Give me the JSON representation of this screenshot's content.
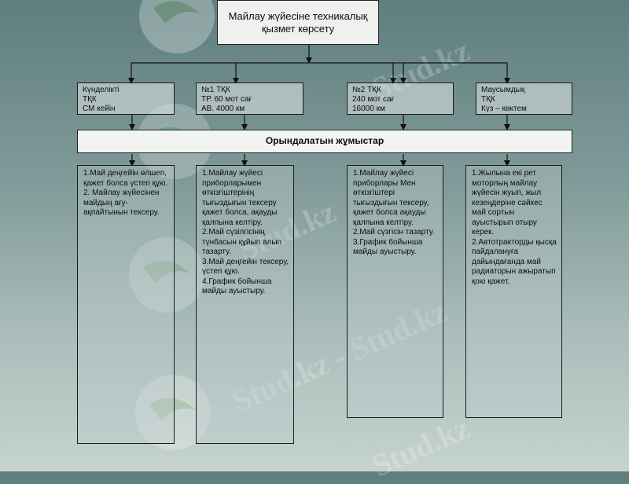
{
  "title": [
    "Майлау жүйесіне техникалық",
    "қызмет көрсету"
  ],
  "categories": [
    {
      "lines": [
        "Күнделікті",
        "ТҚК",
        "СМ кейін"
      ]
    },
    {
      "lines": [
        "№1 ТҚК",
        "ТР. 60 мот сағ",
        "АВ. 4000 км"
      ]
    },
    {
      "lines": [
        "№2 ТҚК",
        "240 мот сағ",
        "16000 км"
      ]
    },
    {
      "lines": [
        "Маусымдық",
        "ТҚК",
        "Күз – көктем"
      ]
    }
  ],
  "banner": "Орындалатын жұмыстар",
  "columns": [
    {
      "lines": [
        "1.Май деңгейін өлшеп, қажет болса үстеп құю.",
        "2. Майлау жүйесінен майдың ағу-",
        "ақпайтынын тексеру."
      ]
    },
    {
      "lines": [
        "1.Майлау жүйесі приборларымен өткізгіштерінің тығыздығын тексеру қажет болса, ақауды қалпына келтіру.",
        "2.Май сүзілгісінің түнбасын құйып алып тазарту.",
        "3.Май деңгейін тексеру, үстеп құю.",
        "4.График бойынша майды ауыстыру."
      ]
    },
    {
      "lines": [
        "1.Майлау жүйесі приборлары Мен өткізгіштері тығыздығын тексеру, қажет болса ақауды қалпына келтіру.",
        "2.Май сүзгісін тазарту.",
        "3.График бойынша майды ауыстыру."
      ]
    },
    {
      "lines": [
        "1.Жылына екі рет моторлың майлау жүйесін жуып, жыл кезеңдеріне сәйкес май сортын ауыстырып отыру керек.",
        "2.Автотракторды қысқа пайдалануға дайындағанда май радиаторын ажыратып қою қажет."
      ]
    }
  ],
  "watermark": [
    "Stud.kz",
    "Stud.kz",
    "Stud.kz - Stud.kz",
    "Stud.kz"
  ]
}
